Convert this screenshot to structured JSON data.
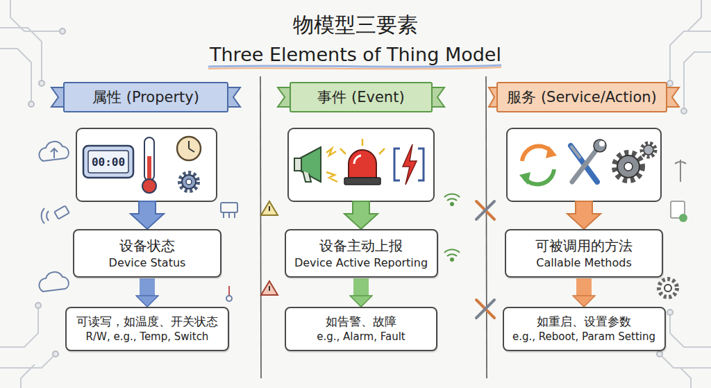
{
  "diagram": {
    "title": "物模型三要素",
    "nodes": [
      {
        "text": [
          "属性 (Property)"
        ]
      },
      {
        "text": [
          "设备状态",
          "Device Status"
        ]
      },
      {
        "text": [
          "可读写，如温度、开关状态",
          "R/W, e.g., Temp, Switch"
        ]
      },
      {
        "text": [
          "事件 (Event)"
        ]
      },
      {
        "text": [
          "设备主动上报",
          "Device Active Reporting"
        ]
      },
      {
        "text": [
          "如告警、故障",
          "e.g., Alarm, Fault"
        ]
      },
      {
        "text": [
          "服务 (Service/Action)"
        ]
      },
      {
        "text": [
          "可被调用的方法",
          "Callable Methods"
        ]
      },
      {
        "text": [
          "如重启、设置参数",
          "e.g., Reboot, Param Setting"
        ]
      }
    ],
    "edges": [
      {
        "from": 1,
        "to": 2,
        "arrow": "to"
      },
      {
        "from": 4,
        "to": 5,
        "arrow": "to"
      },
      {
        "from": 7,
        "to": 8,
        "arrow": "to"
      }
    ],
    "labels": [
      "Three Elements of Thing Model",
      "00:00"
    ]
  }
}
